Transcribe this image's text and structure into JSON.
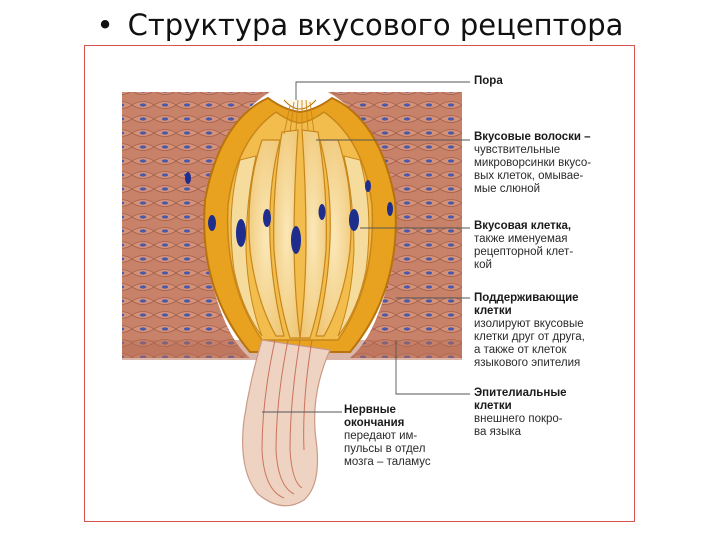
{
  "slide": {
    "title": "Структура вкусового рецептора"
  },
  "labels": {
    "pore": {
      "title": "Пора"
    },
    "hairs": {
      "title": "Вкусовые волоски –",
      "lines": [
        "чувствительные",
        "микроворсинки вкусо-",
        "вых клеток, омывае-",
        "мые слюной"
      ]
    },
    "cell": {
      "title": "Вкусовая клетка,",
      "lines": [
        "также именуемая",
        "рецепторной клет-",
        "кой"
      ]
    },
    "support": {
      "title": "Поддерживающие",
      "title2": "клетки",
      "lines": [
        "изолируют вкусовые",
        "клетки друг от друга,",
        "а также от клеток",
        "языкового эпителия"
      ]
    },
    "epithelial": {
      "title": "Эпителиальные",
      "title2": "клетки",
      "lines": [
        "внешнего покро-",
        "ва языка"
      ]
    },
    "nerve": {
      "title": "Нервные",
      "title2": "окончания",
      "lines": [
        "передают им-",
        "пульсы в отдел",
        "мозга – таламус"
      ]
    }
  },
  "colors": {
    "epithelium": "#c8826a",
    "epithelium_dark": "#a5604a",
    "support_cell": "#e8a21f",
    "receptor_cell": "#f6dc9c",
    "nucleus": "#1f2e8c",
    "nerve": "#e9c6b2",
    "frame": "#d9534f"
  }
}
